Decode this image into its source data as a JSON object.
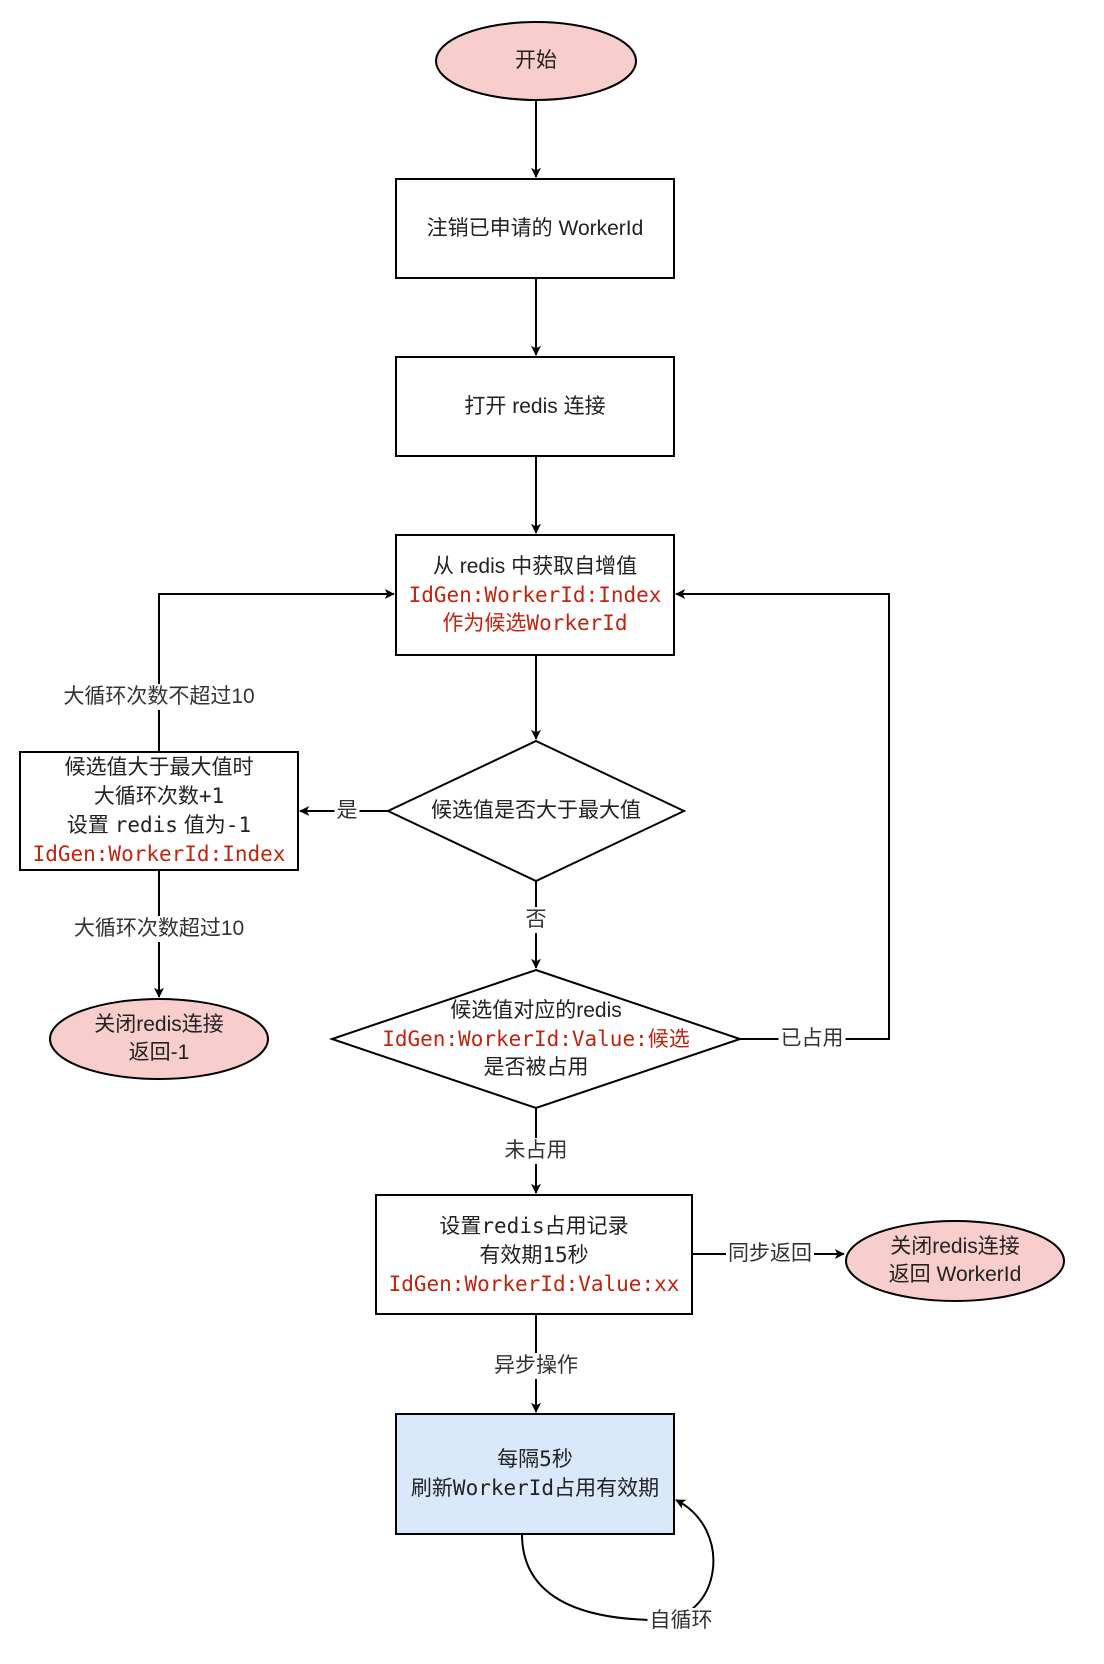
{
  "colors": {
    "terminal_fill": "#f8cecc",
    "terminal_stroke": "#b85450",
    "highlight_fill": "#dae8fc",
    "highlight_stroke": "#6c8ebf",
    "key_text": "#c0240e"
  },
  "nodes": {
    "start": "开始",
    "deregister": "注销已申请的 WorkerId",
    "open_redis": "打开 redis 连接",
    "get_value": {
      "line1": "从 redis 中获取自增值",
      "line2": "IdGen:WorkerId:Index",
      "line3_a": "作为候选",
      "line3_b": "WorkerId"
    },
    "check_max": "候选值是否大于最大值",
    "reset": {
      "line1": "候选值大于最大值时",
      "line2_a": "大循环次数",
      "line2_b": "+1",
      "line3_a": "设置 ",
      "line3_b": "redis",
      "line3_c": " 值为",
      "line3_d": "-1",
      "line4": "IdGen:WorkerId:Index"
    },
    "fail_end": {
      "line1": "关闭redis连接",
      "line2": "返回-1"
    },
    "check_used": {
      "line1": "候选值对应的redis",
      "line2_a": "IdGen:WorkerId:Value:",
      "line2_b": "候选",
      "line3": "是否被占用"
    },
    "set_record": {
      "line1_a": "设置",
      "line1_b": "redis",
      "line1_c": "占用记录",
      "line2_a": "有效期",
      "line2_b": "15",
      "line2_c": "秒",
      "line3": "IdGen:WorkerId:Value:xx"
    },
    "success_end": {
      "line1": "关闭redis连接",
      "line2": "返回 WorkerId"
    },
    "refresh": {
      "line1_a": "每隔",
      "line1_b": "5",
      "line1_c": "秒",
      "line2_a": "刷新",
      "line2_b": "WorkerId",
      "line2_c": "占用有效期"
    }
  },
  "edges": {
    "loop_not_exceed": "大循环次数不超过10",
    "yes": "是",
    "no": "否",
    "loop_exceed": "大循环次数超过10",
    "occupied": "已占用",
    "not_occupied": "未占用",
    "sync_return": "同步返回",
    "async_op": "异步操作",
    "self_loop": "自循环"
  }
}
